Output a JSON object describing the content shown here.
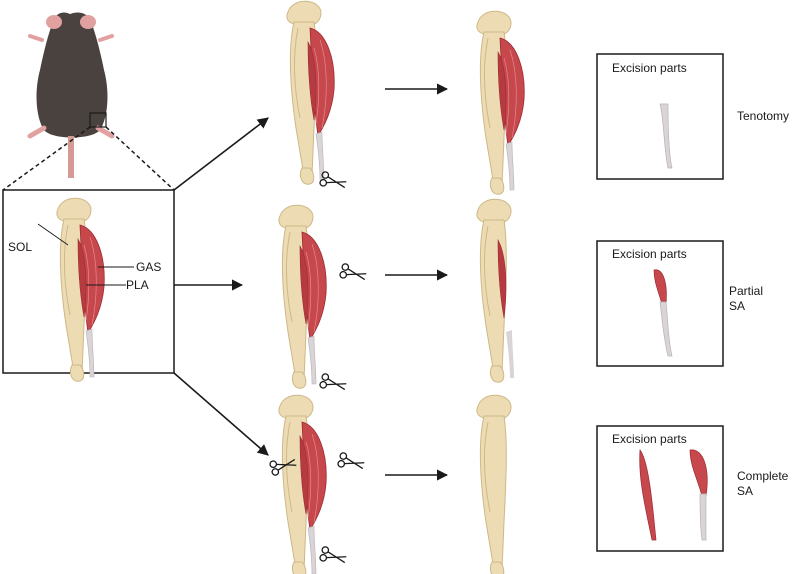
{
  "labels": {
    "sol": "SOL",
    "gas": "GAS",
    "pla": "PLA"
  },
  "boxes": [
    {
      "title": "Excision parts"
    },
    {
      "title": "Excision parts"
    },
    {
      "title": "Excision parts"
    }
  ],
  "rows": [
    {
      "label_lines": [
        "Tenotomy"
      ]
    },
    {
      "label_lines": [
        "Partial",
        "SA"
      ]
    },
    {
      "label_lines": [
        "Complete",
        "SA"
      ]
    }
  ],
  "colors": {
    "bone": "#eddcb3",
    "bone_edge": "#cdb887",
    "muscle": "#c6474c",
    "muscle_dark": "#9d2b31",
    "tendon": "#d9d4d6",
    "mouse_body": "#4a423f",
    "mouse_pink": "#e2a1a1",
    "arrow": "#1a1a1a"
  },
  "icons": [
    "mouse-illustration",
    "scissors-icon",
    "hindlimb-illustration",
    "arrow-icon"
  ]
}
